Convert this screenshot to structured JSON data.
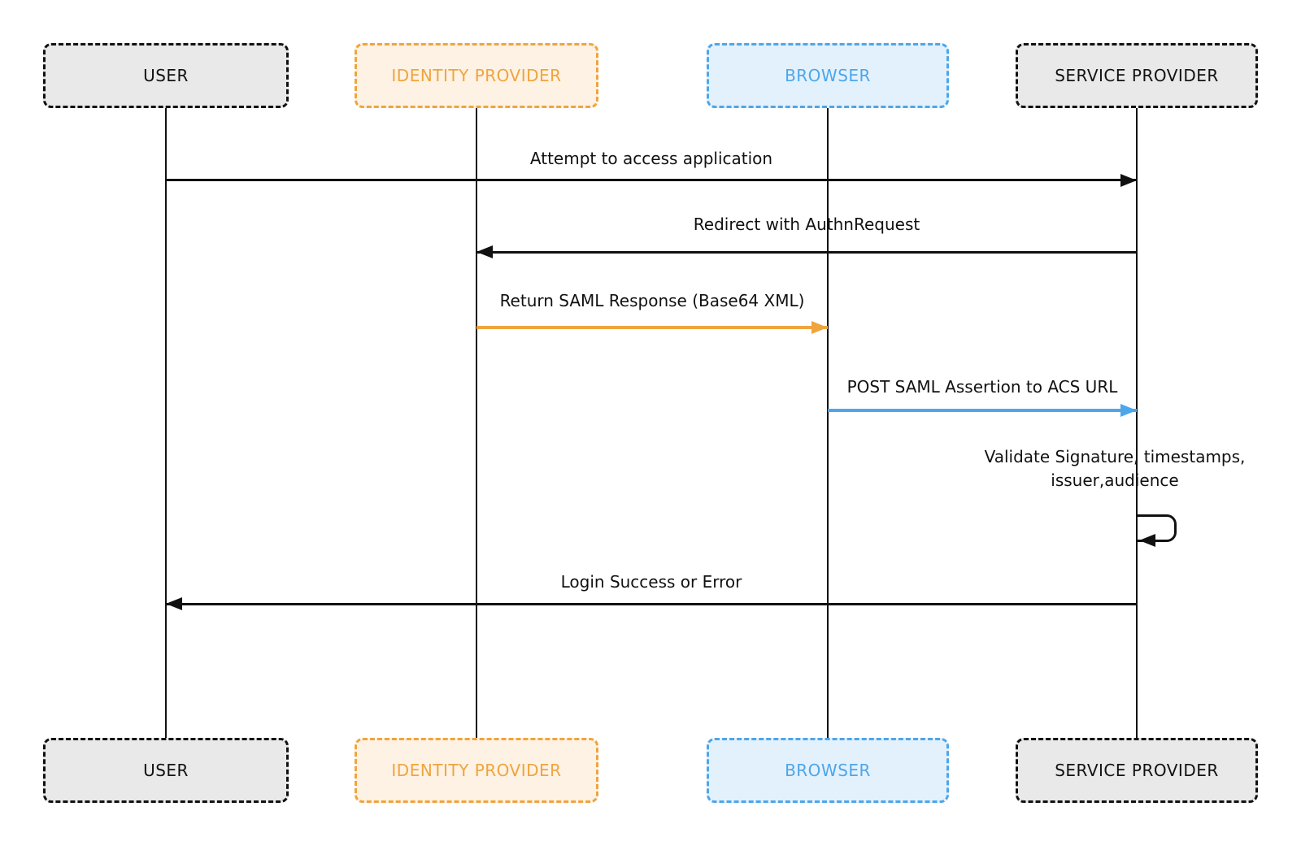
{
  "diagram_type": "saml-authentication-sequence",
  "colors": {
    "background": "#ffffff",
    "black": "#111111",
    "orange": "#f0a43e",
    "orange_fill": "#fdf2e3",
    "blue": "#4da6ea",
    "blue_fill": "#e3f1fc",
    "gray_fill": "#e9e9e9"
  },
  "actors": [
    {
      "id": "user",
      "label": "USER",
      "theme": "gray"
    },
    {
      "id": "identity-provider",
      "label": "IDENTITY PROVIDER",
      "theme": "orange"
    },
    {
      "id": "browser",
      "label": "BROWSER",
      "theme": "blue"
    },
    {
      "id": "service-provider",
      "label": "SERVICE PROVIDER",
      "theme": "gray"
    }
  ],
  "messages": [
    {
      "seq": 1,
      "label": "Attempt to access application",
      "from": "USER",
      "to": "SERVICE PROVIDER",
      "color": "black",
      "direction": "right"
    },
    {
      "seq": 2,
      "label": "Redirect with AuthnRequest",
      "from": "SERVICE PROVIDER",
      "to": "IDENTITY PROVIDER",
      "color": "black",
      "direction": "left"
    },
    {
      "seq": 3,
      "label": "Return SAML Response (Base64 XML)",
      "from": "IDENTITY PROVIDER",
      "to": "BROWSER",
      "color": "orange",
      "direction": "right"
    },
    {
      "seq": 4,
      "label": "POST SAML Assertion to ACS URL",
      "from": "BROWSER",
      "to": "SERVICE PROVIDER",
      "color": "blue",
      "direction": "right"
    },
    {
      "seq": 5,
      "label": "Validate Signature, timestamps,\nissuer,audience",
      "from": "SERVICE PROVIDER",
      "to": "SERVICE PROVIDER",
      "color": "black",
      "direction": "self"
    },
    {
      "seq": 6,
      "label": "Login Success or Error",
      "from": "SERVICE PROVIDER",
      "to": "USER",
      "color": "black",
      "direction": "left"
    }
  ]
}
